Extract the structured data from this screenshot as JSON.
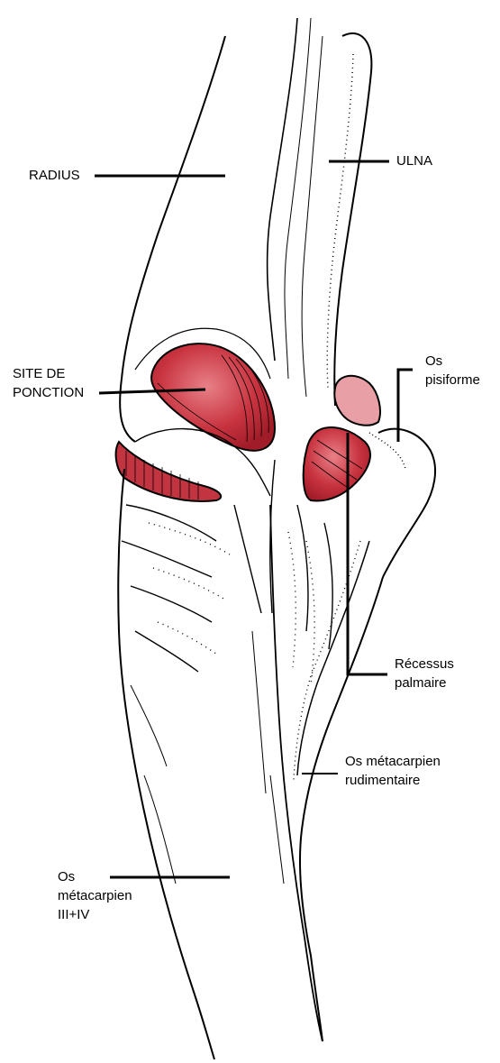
{
  "labels": {
    "radius": "RADIUS",
    "ulna": "ULNA",
    "site_line1": "SITE DE",
    "site_line2": "PONCTION",
    "pisiform_line1": "Os",
    "pisiform_line2": "pisiforme",
    "recessus_line1": "Récessus",
    "recessus_line2": "palmaire",
    "rudimentary_line1": "Os métacarpien",
    "rudimentary_line2": "rudimentaire",
    "metacarpal_line1": "Os",
    "metacarpal_line2": "métacarpien",
    "metacarpal_line3": "III+IV"
  },
  "colors": {
    "ink": "#000000",
    "puncture_red": "#c8323c",
    "puncture_light": "#e0707a",
    "pisiform_pink": "#e8a0a6",
    "background": "#ffffff"
  }
}
